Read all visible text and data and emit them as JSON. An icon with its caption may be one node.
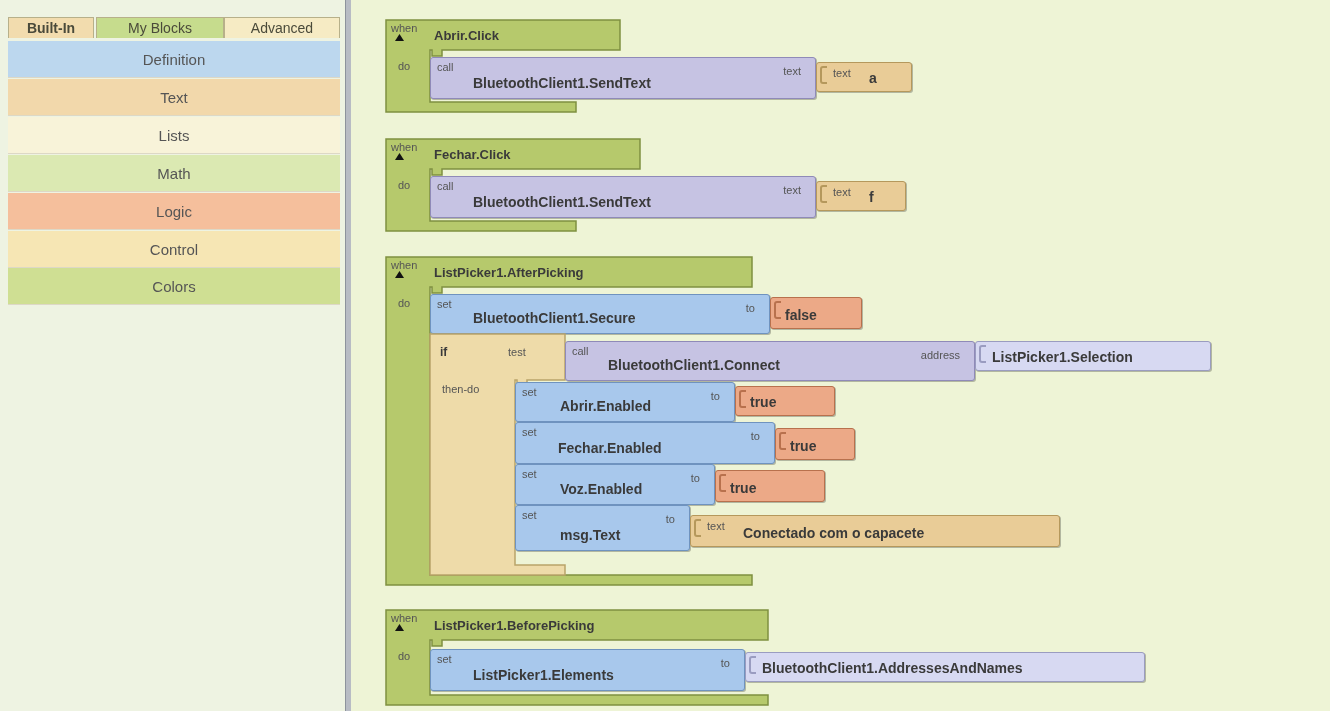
{
  "diagram": {
    "nodes": [
      {
        "text": [
          "Definition"
        ]
      },
      {
        "text": [
          "Text"
        ]
      },
      {
        "text": [
          "Lists"
        ]
      },
      {
        "text": [
          "Math"
        ]
      },
      {
        "text": [
          "Logic"
        ]
      },
      {
        "text": [
          "Control"
        ]
      },
      {
        "text": [
          "Colors"
        ]
      },
      {
        "text": [
          "when",
          "Abrir.Click",
          "do"
        ]
      },
      {
        "text": [
          "call",
          "BluetoothClient1.SendText",
          "text"
        ]
      },
      {
        "text": [
          "text",
          "a"
        ]
      },
      {
        "text": [
          "when",
          "Fechar.Click",
          "do"
        ]
      },
      {
        "text": [
          "call",
          "BluetoothClient1.SendText",
          "text"
        ]
      },
      {
        "text": [
          "text",
          "f"
        ]
      },
      {
        "text": [
          "when",
          "ListPicker1.AfterPicking",
          "do"
        ]
      },
      {
        "text": [
          "set",
          "BluetoothClient1.Secure",
          "to"
        ]
      },
      {
        "text": [
          "false"
        ]
      },
      {
        "text": [
          "if",
          "test",
          "then-do"
        ]
      },
      {
        "text": [
          "call",
          "BluetoothClient1.Connect",
          "address"
        ]
      },
      {
        "text": [
          "ListPicker1.Selection"
        ]
      },
      {
        "text": [
          "set",
          "Abrir.Enabled",
          "to"
        ]
      },
      {
        "text": [
          "true"
        ]
      },
      {
        "text": [
          "set",
          "Fechar.Enabled",
          "to"
        ]
      },
      {
        "text": [
          "true"
        ]
      },
      {
        "text": [
          "set",
          "Voz.Enabled",
          "to"
        ]
      },
      {
        "text": [
          "true"
        ]
      },
      {
        "text": [
          "set",
          "msg.Text",
          "to"
        ]
      },
      {
        "text": [
          "text",
          "Conectado com o capacete"
        ]
      },
      {
        "text": [
          "when",
          "ListPicker1.BeforePicking",
          "do"
        ]
      },
      {
        "text": [
          "set",
          "ListPicker1.Elements",
          "to"
        ]
      },
      {
        "text": [
          "BluetoothClient1.AddressesAndNames"
        ]
      }
    ],
    "labels": [
      "Built-In",
      "My Blocks",
      "Advanced"
    ]
  }
}
